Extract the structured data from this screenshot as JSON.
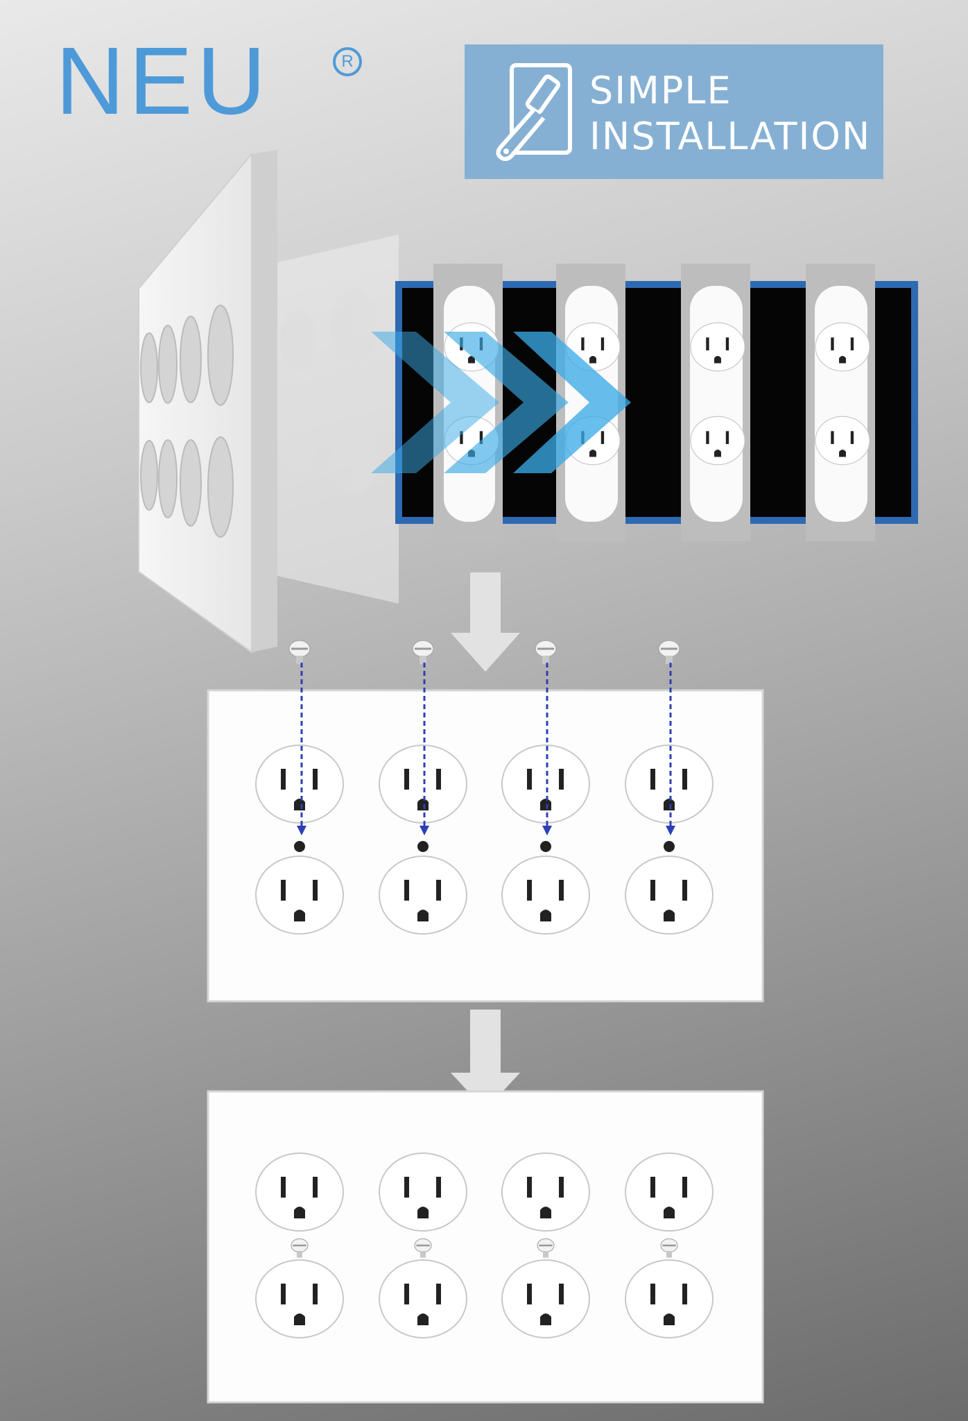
{
  "brand": {
    "name": "NEU",
    "registered_mark": "R",
    "color": "#4e9ad8"
  },
  "badge": {
    "icon": "screwdriver-tablet-icon",
    "line1": "SIMPLE",
    "line2": "INSTALLATION",
    "background": "#86b0d3"
  },
  "scene": {
    "outlet_count": 4,
    "arrow_color": "#e2e2e2",
    "chevron_color": "#3aaae6",
    "guide_line_color": "#2d3fb4"
  }
}
